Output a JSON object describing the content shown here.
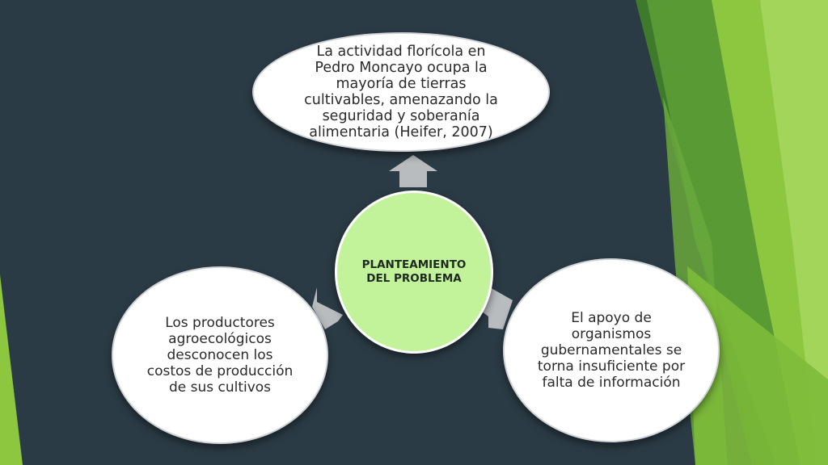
{
  "diagram": {
    "center": {
      "label": "PLANTEAMIENTO DEL PROBLEMA"
    },
    "top": {
      "text": "La actividad florícola en Pedro Moncayo ocupa la mayoría de tierras cultivables, amenazando la seguridad y soberanía alimentaria (Heifer, 2007)"
    },
    "left": {
      "text": "Los productores agroecológicos desconocen los costos de producción de sus cultivos"
    },
    "right": {
      "text": "El apoyo de organismos gubernamentales se torna insuficiente por falta de información"
    }
  },
  "colors": {
    "background": "#2b3b45",
    "center_fill": "#c2f39b",
    "node_fill": "#ffffff",
    "arrow_fill": "#b8bcbf",
    "accent_green": "#8dc63f",
    "dark_green": "#4a8a2a"
  }
}
